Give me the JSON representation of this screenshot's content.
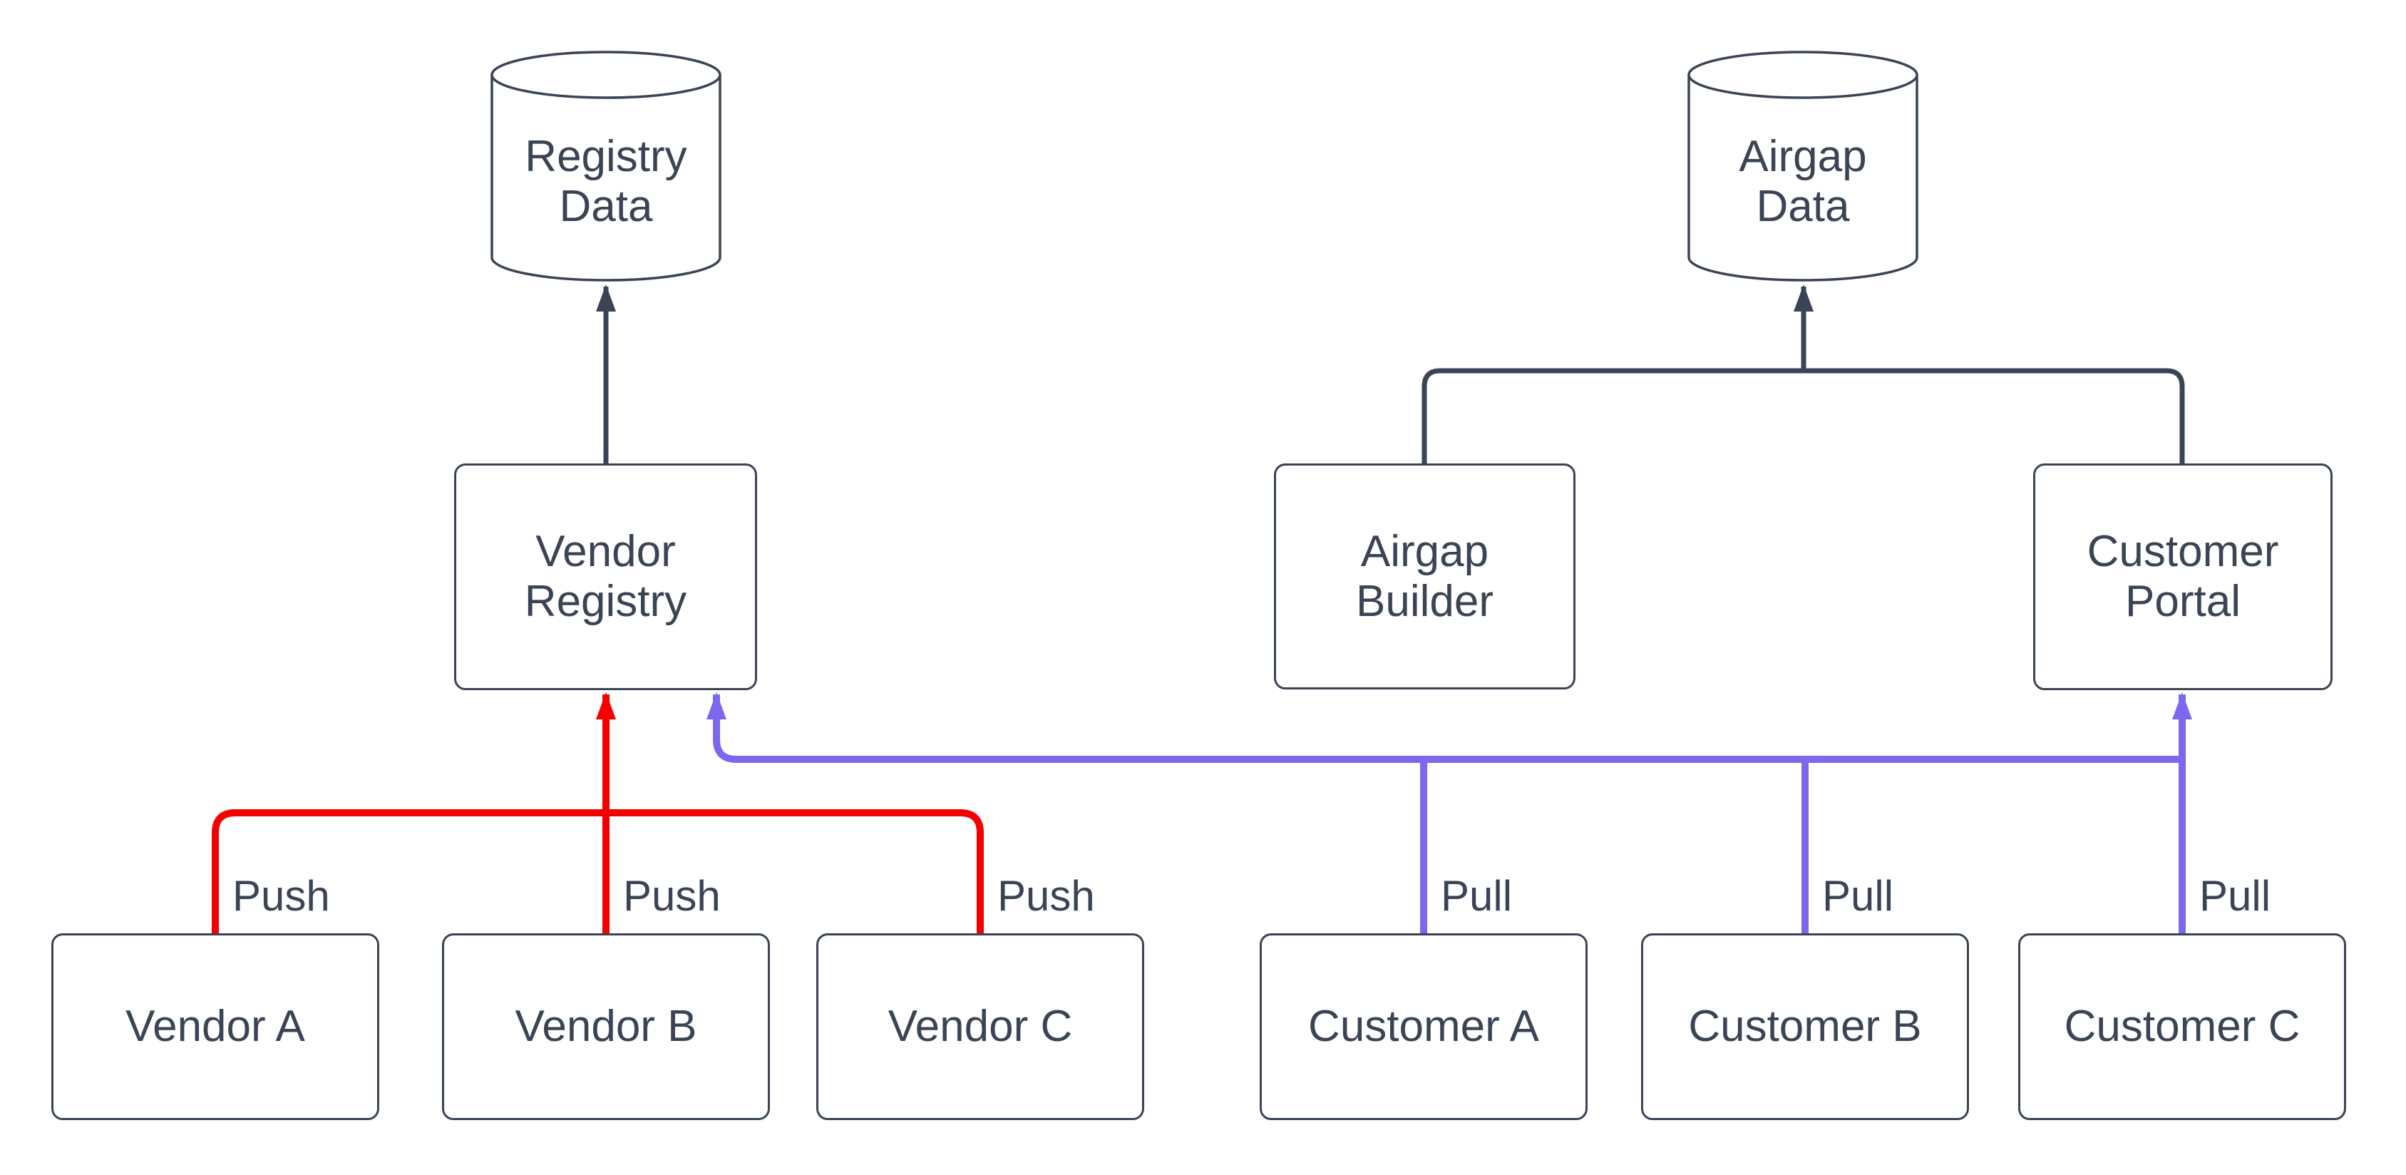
{
  "diagram": {
    "type": "flowchart",
    "background": "#ffffff",
    "colors": {
      "ink": "#3a4454",
      "push_red": "#f40000",
      "pull_blue": "#7b68ee",
      "node_fill": "#ffffff"
    },
    "nodes": {
      "registry_data": {
        "shape": "cylinder",
        "lines": [
          "Registry",
          "Data"
        ]
      },
      "airgap_data": {
        "shape": "cylinder",
        "lines": [
          "Airgap",
          "Data"
        ]
      },
      "vendor_registry": {
        "shape": "rectangle",
        "lines": [
          "Vendor",
          "Registry"
        ]
      },
      "airgap_builder": {
        "shape": "rectangle",
        "lines": [
          "Airgap",
          "Builder"
        ]
      },
      "customer_portal": {
        "shape": "rectangle",
        "lines": [
          "Customer",
          "Portal"
        ]
      },
      "vendor_a": {
        "shape": "rectangle",
        "lines": [
          "Vendor A"
        ]
      },
      "vendor_b": {
        "shape": "rectangle",
        "lines": [
          "Vendor B"
        ]
      },
      "vendor_c": {
        "shape": "rectangle",
        "lines": [
          "Vendor C"
        ]
      },
      "customer_a": {
        "shape": "rectangle",
        "lines": [
          "Customer A"
        ]
      },
      "customer_b": {
        "shape": "rectangle",
        "lines": [
          "Customer B"
        ]
      },
      "customer_c": {
        "shape": "rectangle",
        "lines": [
          "Customer C"
        ]
      }
    },
    "edges": [
      {
        "from": "Vendor Registry",
        "to": "Registry Data",
        "label": "",
        "style": "dark-arrow"
      },
      {
        "from": "Airgap Builder",
        "to": "Airgap Data",
        "label": "",
        "style": "dark-arrow"
      },
      {
        "from": "Customer Portal",
        "to": "Airgap Data",
        "label": "",
        "style": "dark-arrow"
      },
      {
        "from": "Vendor A",
        "to": "Vendor Registry",
        "label": "Push",
        "style": "red-arrow"
      },
      {
        "from": "Vendor B",
        "to": "Vendor Registry",
        "label": "Push",
        "style": "red-arrow"
      },
      {
        "from": "Vendor C",
        "to": "Vendor Registry",
        "label": "Push",
        "style": "red-arrow"
      },
      {
        "from": "Customer A",
        "to": "Vendor Registry & Customer Portal",
        "label": "Pull",
        "style": "blue-arrow"
      },
      {
        "from": "Customer B",
        "to": "Vendor Registry & Customer Portal",
        "label": "Pull",
        "style": "blue-arrow"
      },
      {
        "from": "Customer C",
        "to": "Vendor Registry & Customer Portal",
        "label": "Pull",
        "style": "blue-arrow"
      }
    ]
  }
}
